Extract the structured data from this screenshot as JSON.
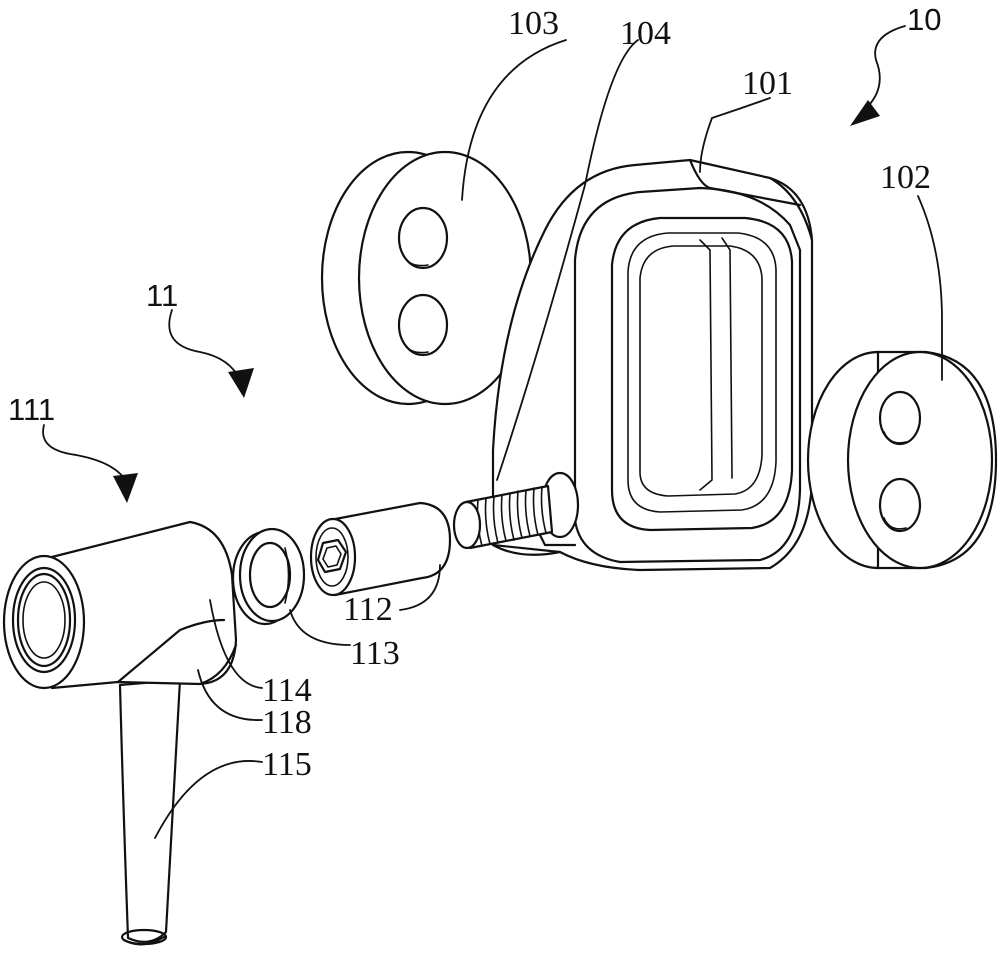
{
  "labels": {
    "l10": "10",
    "l101": "101",
    "l102": "102",
    "l103": "103",
    "l104": "104",
    "l11": "11",
    "l111": "111",
    "l112": "112",
    "l113": "113",
    "l114": "114",
    "l115": "115",
    "l118": "118"
  }
}
